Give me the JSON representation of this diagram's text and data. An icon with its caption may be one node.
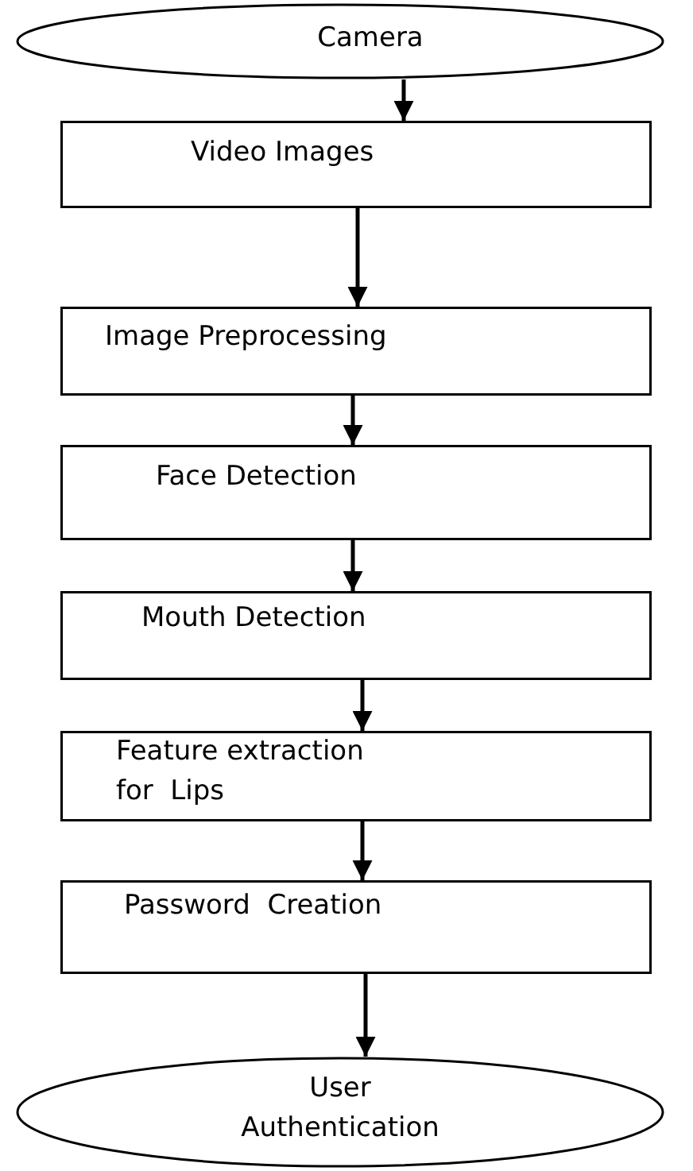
{
  "diagram": {
    "nodes": [
      {
        "text": [
          "Camera"
        ]
      },
      {
        "text": [
          "Video Images"
        ]
      },
      {
        "text": [
          "Image Preprocessing"
        ]
      },
      {
        "text": [
          "Face Detection"
        ]
      },
      {
        "text": [
          "Mouth Detection"
        ]
      },
      {
        "text": [
          "Feature extraction for  Lips"
        ]
      },
      {
        "text": [
          "Password  Creation"
        ]
      },
      {
        "text": [
          "User Authentication"
        ]
      }
    ],
    "edges": [
      {
        "from": 0,
        "to": 1,
        "arrow": "to"
      },
      {
        "from": 1,
        "to": 2,
        "arrow": "to"
      },
      {
        "from": 2,
        "to": 3,
        "arrow": "to"
      },
      {
        "from": 3,
        "to": 4,
        "arrow": "to"
      },
      {
        "from": 4,
        "to": 5,
        "arrow": "to"
      },
      {
        "from": 5,
        "to": 6,
        "arrow": "to"
      },
      {
        "from": 6,
        "to": 7,
        "arrow": "to"
      }
    ]
  }
}
